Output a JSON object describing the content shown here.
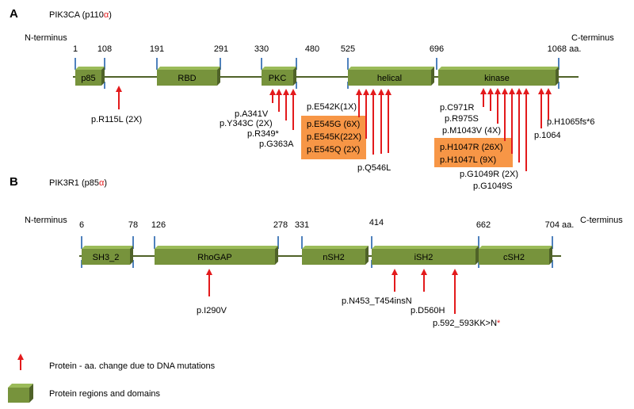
{
  "panel_a": {
    "letter": "A",
    "protein_name": "PIK3CA (p110",
    "protein_greek": "α",
    "protein_close": ")",
    "n_terminus": "N-terminus",
    "c_terminus": "C-terminus",
    "positions": [
      {
        "label": "1"
      },
      {
        "label": "108"
      },
      {
        "label": "191"
      },
      {
        "label": "291"
      },
      {
        "label": "330"
      },
      {
        "label": "480"
      },
      {
        "label": "525"
      },
      {
        "label": "696"
      },
      {
        "label": "1068 aa."
      }
    ],
    "domains": [
      {
        "label": "p85"
      },
      {
        "label": "RBD"
      },
      {
        "label": "PKC"
      },
      {
        "label": "helical"
      },
      {
        "label": "kinase"
      }
    ],
    "mutations": [
      {
        "label": "p.R115L (2X)"
      },
      {
        "label": "p.A341V"
      },
      {
        "label": "p.Y343C (2X)"
      },
      {
        "label": "p.R349*"
      },
      {
        "label": "p.G363A"
      },
      {
        "label": "p.E542K(1X)"
      },
      {
        "label": "p.Q546L"
      },
      {
        "label": "p.C971R"
      },
      {
        "label": "p.R975S"
      },
      {
        "label": "p.M1043V (4X)"
      },
      {
        "label": "p.G1049R (2X)"
      },
      {
        "label": "p.G1049S"
      },
      {
        "label": "p.1064"
      },
      {
        "label": "p.H1065fs*6"
      }
    ],
    "highlight_helical": [
      "p.E545G (6X)",
      "p.E545K(22X)",
      "p.E545Q (2X)"
    ],
    "highlight_kinase": [
      "p.H1047R (26X)",
      "p.H1047L (9X)"
    ]
  },
  "panel_b": {
    "letter": "B",
    "protein_name": "PIK3R1 (p85",
    "protein_greek": "α",
    "protein_close": ")",
    "n_terminus": "N-terminus",
    "c_terminus": "C-terminus",
    "positions": [
      {
        "label": "6"
      },
      {
        "label": "78"
      },
      {
        "label": "126"
      },
      {
        "label": "278"
      },
      {
        "label": "331"
      },
      {
        "label": "414"
      },
      {
        "label": "662"
      },
      {
        "label": "704 aa."
      }
    ],
    "domains": [
      {
        "label": "SH3_2"
      },
      {
        "label": "RhoGAP"
      },
      {
        "label": "nSH2"
      },
      {
        "label": "iSH2"
      },
      {
        "label": "cSH2"
      }
    ],
    "mutations": [
      {
        "label": "p.I290V"
      },
      {
        "label": "p.N453_T454insN"
      },
      {
        "label": "p.D560H"
      },
      {
        "label": "p.592_593KK>N",
        "suffix": "*"
      }
    ]
  },
  "legend": {
    "arrow_label": "Protein - aa. change due to DNA mutations",
    "domain_label": "Protein regions and domains"
  },
  "colors": {
    "domain_fill": "#77933c",
    "domain_top": "#9bbb59",
    "domain_side": "#4f6228",
    "backbone": "#4f6228",
    "boundary": "#4f81bd",
    "arrow": "#e31a1c",
    "highlight": "#f79646",
    "greek": "#e31a1c"
  }
}
